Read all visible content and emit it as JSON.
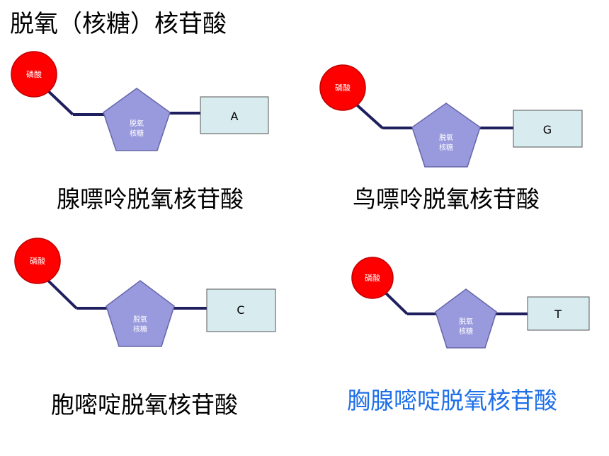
{
  "title": "脱氧（核糖）核苷酸",
  "colors": {
    "phosphate": "#ff0000",
    "sugar": "#9999dd",
    "base": "#d8ecf0",
    "bond": "#1f1f5f",
    "caption_default": "#000000",
    "caption_highlight": "#1e6fe8"
  },
  "nucleotides": [
    {
      "phosphate": "磷酸",
      "sugar_line1": "脱氧",
      "sugar_line2": "核糖",
      "base": "A",
      "caption": "腺嘌呤脱氧核苷酸"
    },
    {
      "phosphate": "磷酸",
      "sugar_line1": "脱氧",
      "sugar_line2": "核糖",
      "base": "G",
      "caption": "鸟嘌呤脱氧核苷酸"
    },
    {
      "phosphate": "磷酸",
      "sugar_line1": "脱氧",
      "sugar_line2": "核糖",
      "base": "C",
      "caption": "胞嘧啶脱氧核苷酸"
    },
    {
      "phosphate": "磷酸",
      "sugar_line1": "脱氧",
      "sugar_line2": "核糖",
      "base": "T",
      "caption": "胸腺嘧啶脱氧核苷酸"
    }
  ]
}
